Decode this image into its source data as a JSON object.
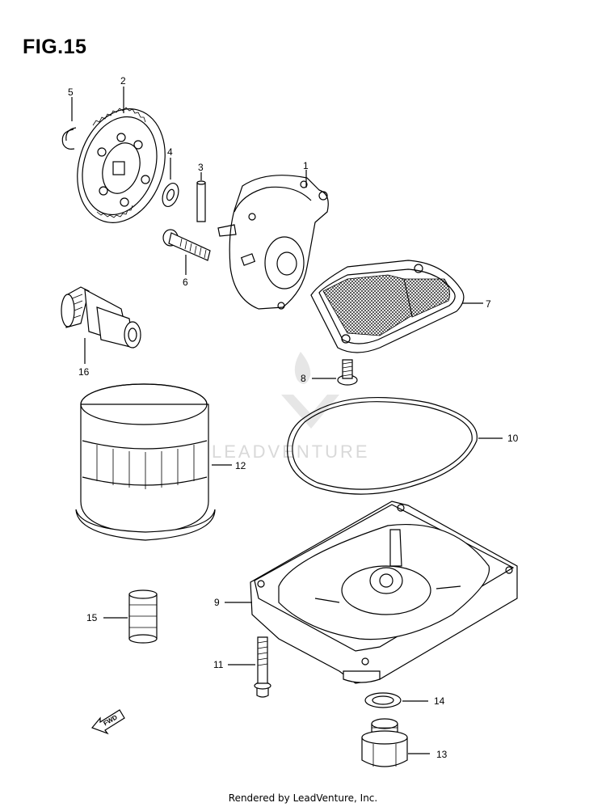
{
  "figure": {
    "title": "FIG.15"
  },
  "watermark": {
    "text": "LEADVENTURE"
  },
  "direction_marker": {
    "text": "FWD"
  },
  "footer": {
    "text": "Rendered by LeadVenture, Inc."
  },
  "parts": [
    {
      "number": "1"
    },
    {
      "number": "2"
    },
    {
      "number": "3"
    },
    {
      "number": "4"
    },
    {
      "number": "5"
    },
    {
      "number": "6"
    },
    {
      "number": "7"
    },
    {
      "number": "8"
    },
    {
      "number": "9"
    },
    {
      "number": "10"
    },
    {
      "number": "11"
    },
    {
      "number": "12"
    },
    {
      "number": "13"
    },
    {
      "number": "14"
    },
    {
      "number": "15"
    },
    {
      "number": "16"
    }
  ]
}
